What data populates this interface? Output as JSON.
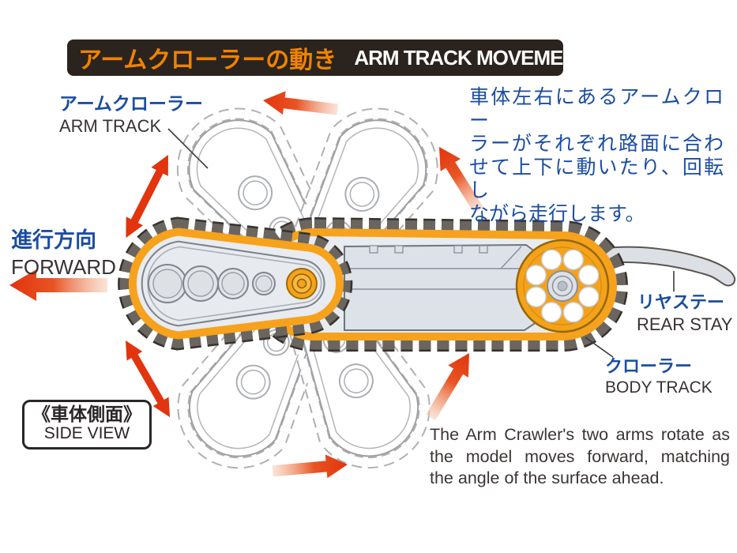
{
  "header": {
    "title_jp": "アームクローラーの動き",
    "title_en": "ARM TRACK MOVEMENT"
  },
  "labels": {
    "arm_track": {
      "jp": "アームクローラー",
      "en": "ARM TRACK"
    },
    "forward": {
      "jp": "進行方向",
      "en": "FORWARD"
    },
    "rear_stay": {
      "jp": "リヤステー",
      "en": "REAR STAY"
    },
    "body_track": {
      "jp": "クローラー",
      "en": "BODY TRACK"
    },
    "side_view": {
      "jp": "《車体側面》",
      "en": "SIDE VIEW"
    }
  },
  "description_jp": {
    "line1": "車体左右にあるアームクロー",
    "line2": "ラーがそれぞれ路面に合わ",
    "line3": "せて上下に動いたり、回転し",
    "line4": "ながら走行します。"
  },
  "description_en": {
    "line1": "The Arm Crawler's two arms rotate as",
    "line2": "the model moves forward, matching",
    "line3": "the angle of the surface ahead."
  },
  "icons": {
    "forward_arrow": "red-gradient-arrow-left",
    "rotation_arrow_top": "red-gradient-arrow-left",
    "rotation_arrow_bottom": "red-gradient-arrow-right",
    "rotation_arrow_right_upper": "red-gradient-arrow-up-left",
    "rotation_arrow_right_lower": "red-gradient-arrow-up-right",
    "tilt_arrow_upper": "red-double-headed-arrow",
    "tilt_arrow_lower": "red-double-headed-arrow"
  },
  "colors": {
    "header_bg": "#2b231d",
    "header_title_orange": "#f08300",
    "label_blue": "#1b4da2",
    "text_dark": "#383233",
    "arrow_red": "#e2340e",
    "track_orange": "#f6a21c",
    "tread_gray": "#55504c",
    "ghost_outline_gray": "#a8abae"
  }
}
